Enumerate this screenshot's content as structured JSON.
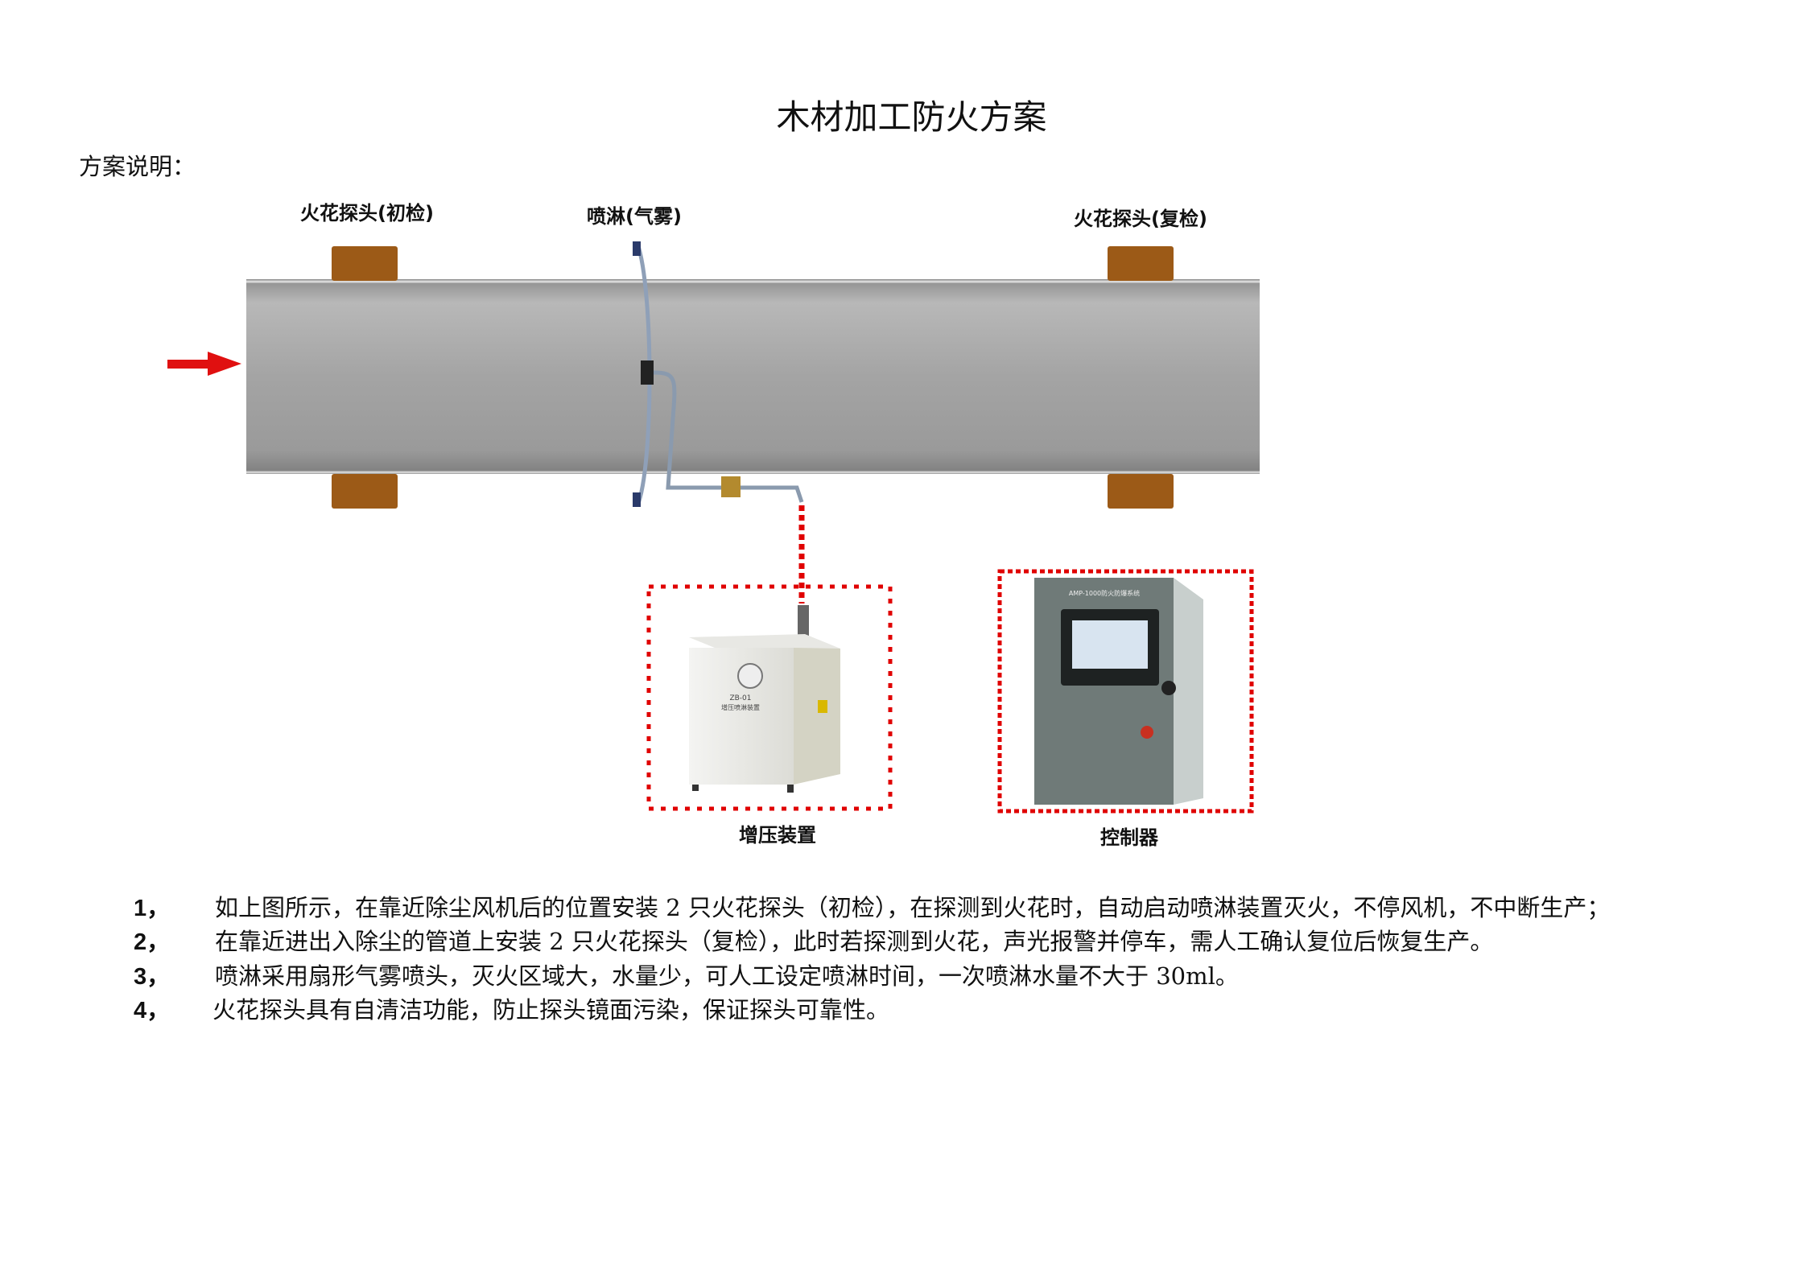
{
  "title": "木材加工防火方案",
  "intro_label": "方案说明：",
  "diagram": {
    "labels": {
      "sensor_initial": "火花探头(初检)",
      "spray": "喷淋(气雾)",
      "sensor_recheck": "火花探头(复检)",
      "booster": "增压装置",
      "controller": "控制器"
    },
    "booster_panel": {
      "model": "ZB-01",
      "name": "增压喷淋装置"
    },
    "controller_panel": {
      "model": "AMP-1000防火防爆系统"
    },
    "colors": {
      "pipe": "#a9a9a9",
      "sensor": "#9c5a17",
      "highlight": "#e00000"
    }
  },
  "notes": [
    {
      "num": "1，",
      "text": "如上图所示，在靠近除尘风机后的位置安装 2 只火花探头（初检），在探测到火花时，自动启动喷淋装置灭火，不停风机，不中断生产；"
    },
    {
      "num": "2，",
      "text": "在靠近进出入除尘的管道上安装 2 只火花探头（复检），此时若探测到火花，声光报警并停车，需人工确认复位后恢复生产。"
    },
    {
      "num": "3，",
      "text": "喷淋采用扇形气雾喷头，灭火区域大，水量少，可人工设定喷淋时间，一次喷淋水量不大于 30ml。"
    },
    {
      "num": "4，",
      "text": "火花探头具有自清洁功能，防止探头镜面污染，保证探头可靠性。"
    }
  ]
}
